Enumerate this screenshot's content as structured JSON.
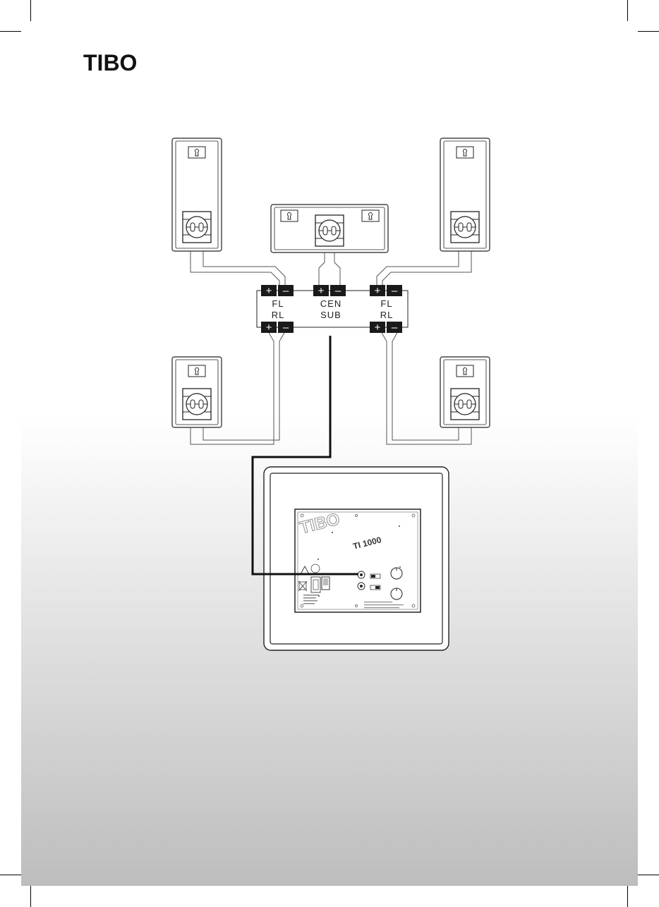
{
  "brand": {
    "logo_text": "TIBO"
  },
  "receiver": {
    "terminal_labels": {
      "left_top": "FL",
      "left_bottom": "RL",
      "center_top": "CEN",
      "center_bottom": "SUB",
      "right_top": "FL",
      "right_bottom": "RL"
    },
    "plus_sign": "+",
    "minus_sign": "–"
  },
  "subwoofer": {
    "panel_logo": "TIBO",
    "model": "TI 1000"
  },
  "colors": {
    "line": "#222222",
    "cable": "#111111",
    "background_fade": "#bdbdbd"
  }
}
